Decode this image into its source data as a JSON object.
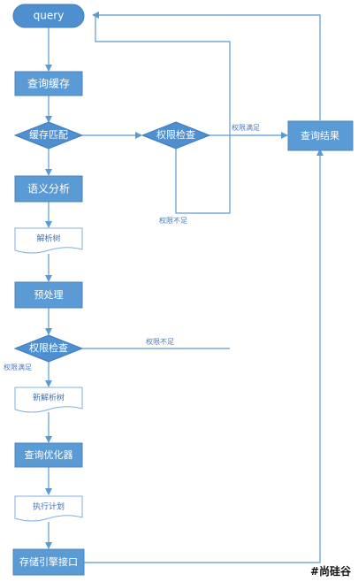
{
  "nodes": {
    "query": "query",
    "query_cache": "查询缓存",
    "cache_match": "缓存匹配",
    "perm_check_1": "权限检查",
    "query_result": "查询结果",
    "semantic_analysis": "语义分析",
    "parse_tree": "解析树",
    "preprocess": "预处理",
    "perm_check_2": "权限检查",
    "new_parse_tree": "新解析树",
    "query_optimizer": "查询优化器",
    "exec_plan": "执行计划",
    "storage_engine": "存储引擎接口"
  },
  "edges": {
    "perm_ok_1": "权限满足",
    "perm_fail_1": "权限不足",
    "perm_fail_2": "权限不足",
    "perm_ok_2": "权限满足"
  },
  "watermark": "#尚硅谷",
  "colors": {
    "node_fill": "#5b9bd5",
    "node_stroke": "#4a86c0",
    "edge": "#5b9bd5",
    "doc_fill": "#ffffff",
    "doc_stroke": "#7fb0e0"
  }
}
